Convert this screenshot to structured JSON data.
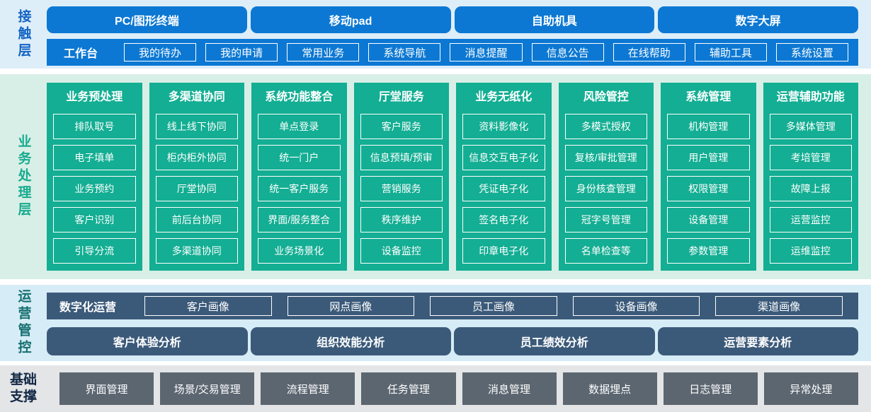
{
  "colors": {
    "blue": "#0c78d3",
    "green": "#13ae93",
    "slate": "#3b5a7a",
    "gray": "#5b6670",
    "band_contact": "#ddeef9",
    "band_business": "#d8efe7",
    "band_ops": "#d6ecf6",
    "band_foundation": "#e3e5e7"
  },
  "layers": {
    "contact": {
      "label": "接触层",
      "terminals": [
        "PC/图形终端",
        "移动pad",
        "自助机具",
        "数字大屏"
      ],
      "workbench": {
        "label": "工作台",
        "items": [
          "我的待办",
          "我的申请",
          "常用业务",
          "系统导航",
          "消息提醒",
          "信息公告",
          "在线帮助",
          "辅助工具",
          "系统设置"
        ]
      }
    },
    "business": {
      "label": "业务处理层",
      "columns": [
        {
          "title": "业务预处理",
          "items": [
            "排队取号",
            "电子填单",
            "业务预约",
            "客户识别",
            "引导分流"
          ]
        },
        {
          "title": "多渠道协同",
          "items": [
            "线上线下协同",
            "柜内柜外协同",
            "厅堂协同",
            "前后台协同",
            "多渠道协同"
          ]
        },
        {
          "title": "系统功能整合",
          "items": [
            "单点登录",
            "统一门户",
            "统一客户服务",
            "界面/服务整合",
            "业务场景化"
          ]
        },
        {
          "title": "厅堂服务",
          "items": [
            "客户服务",
            "信息预填/预审",
            "营销服务",
            "秩序维护",
            "设备监控"
          ]
        },
        {
          "title": "业务无纸化",
          "items": [
            "资料影像化",
            "信息交互电子化",
            "凭证电子化",
            "签名电子化",
            "印章电子化"
          ]
        },
        {
          "title": "风险管控",
          "items": [
            "多模式授权",
            "复核/审批管理",
            "身份核查管理",
            "冠字号管理",
            "名单检查等"
          ]
        },
        {
          "title": "系统管理",
          "items": [
            "机构管理",
            "用户管理",
            "权限管理",
            "设备管理",
            "参数管理"
          ]
        },
        {
          "title": "运营辅助功能",
          "items": [
            "多媒体管理",
            "考培管理",
            "故障上报",
            "运营监控",
            "运维监控"
          ]
        }
      ]
    },
    "operations": {
      "label": "运营管控",
      "digital": {
        "label": "数字化运营",
        "items": [
          "客户画像",
          "网点画像",
          "员工画像",
          "设备画像",
          "渠道画像"
        ]
      },
      "analysis": [
        "客户体验分析",
        "组织效能分析",
        "员工绩效分析",
        "运营要素分析"
      ]
    },
    "foundation": {
      "label": "基础支撑",
      "items": [
        "界面管理",
        "场景/交易管理",
        "流程管理",
        "任务管理",
        "消息管理",
        "数据埋点",
        "日志管理",
        "异常处理"
      ]
    }
  }
}
